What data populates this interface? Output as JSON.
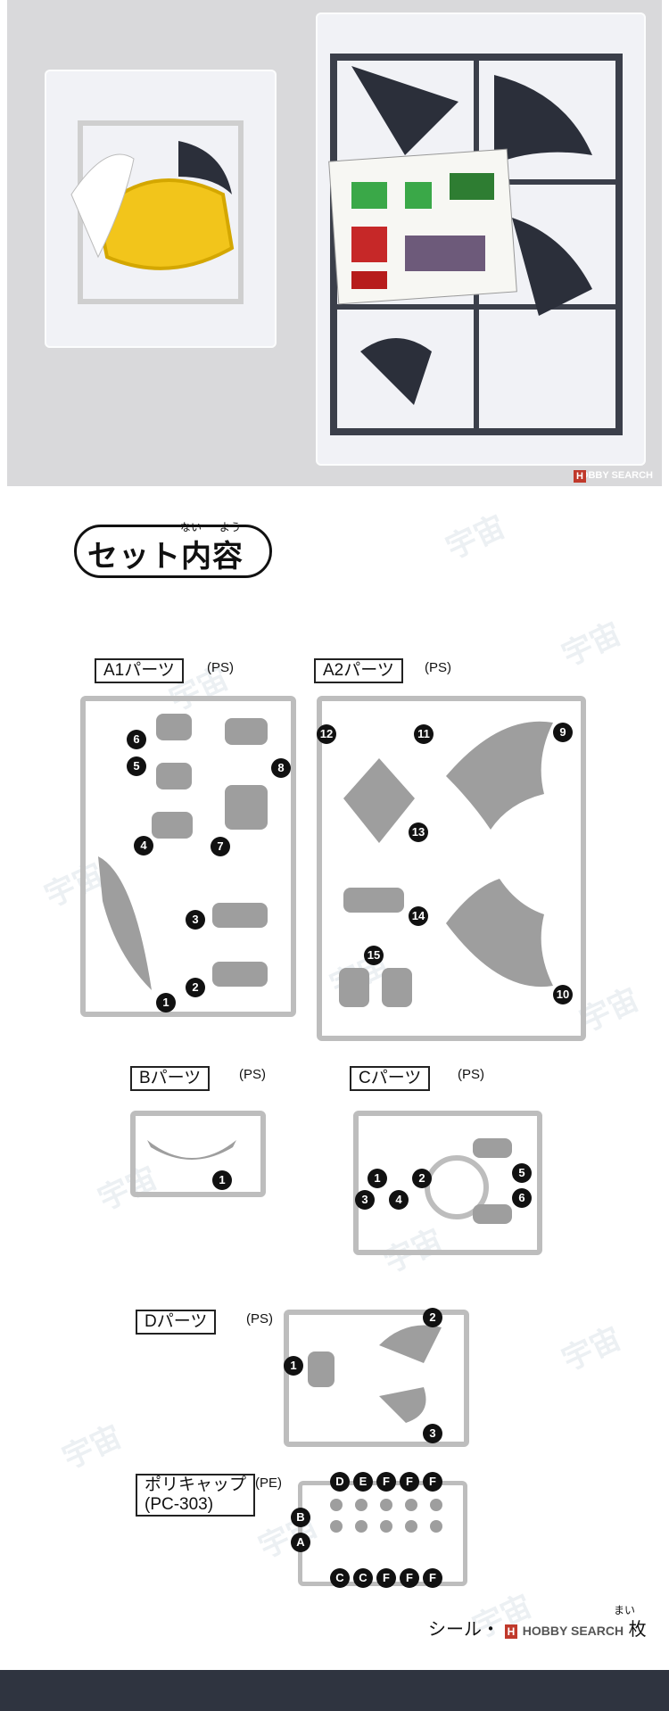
{
  "photo": {
    "watermark": "HOBBY SEARCH"
  },
  "section": {
    "title": "セット内容",
    "title_ruby": [
      "ない",
      "よう"
    ]
  },
  "groups": [
    {
      "label": "A1パーツ",
      "material": "(PS)",
      "numbers": [
        "6",
        "5",
        "4",
        "3",
        "2",
        "1",
        "7",
        "8"
      ]
    },
    {
      "label": "A2パーツ",
      "material": "(PS)",
      "numbers": [
        "12",
        "11",
        "9",
        "13",
        "14",
        "15",
        "10"
      ]
    },
    {
      "label": "Bパーツ",
      "material": "(PS)",
      "numbers": [
        "1"
      ]
    },
    {
      "label": "Cパーツ",
      "material": "(PS)",
      "numbers": [
        "1",
        "2",
        "3",
        "4",
        "5",
        "6"
      ]
    },
    {
      "label": "Dパーツ",
      "material": "(PS)",
      "numbers": [
        "2",
        "1",
        "3"
      ]
    }
  ],
  "polycap": {
    "label_line1": "ポリキャップ",
    "label_line2": "(PC-303)",
    "material": "(PE)",
    "top_letters": [
      "D",
      "E",
      "F",
      "F",
      "F"
    ],
    "side_letters": [
      "B",
      "A"
    ],
    "bottom_letters": [
      "C",
      "C",
      "F",
      "F",
      "F"
    ]
  },
  "seal": {
    "text": "シール・",
    "watermark": "HOBBY SEARCH",
    "count_suffix": "枚",
    "ruby": "まい"
  }
}
